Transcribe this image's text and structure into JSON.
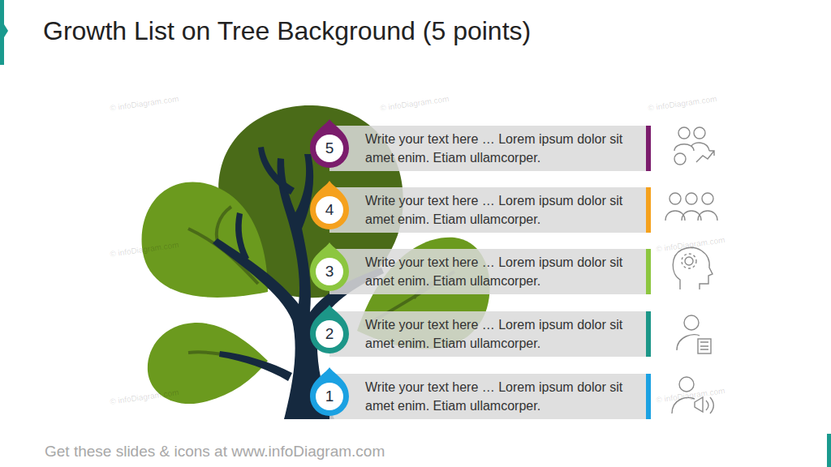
{
  "diagram": {
    "title": "Growth List on Tree Background (5 points)",
    "caption": "Get these slides & icons at www.infoDiagram.com",
    "nodes": [
      {
        "text": [
          "5",
          "Write your text here … Lorem ipsum dolor sit amet enim. Etiam ullamcorper."
        ]
      },
      {
        "text": [
          "4",
          "Write your text here … Lorem ipsum dolor sit amet enim. Etiam ullamcorper."
        ]
      },
      {
        "text": [
          "3",
          "Write your text here … Lorem ipsum dolor sit amet enim. Etiam ullamcorper."
        ]
      },
      {
        "text": [
          "2",
          "Write your text here … Lorem ipsum dolor sit amet enim. Etiam ullamcorper."
        ]
      },
      {
        "text": [
          "1",
          "Write your text here … Lorem ipsum dolor sit amet enim. Etiam ullamcorper."
        ]
      }
    ],
    "labels": [
      "© infoDiagram.com",
      "© infoDiagram.com",
      "© infoDiagram.com",
      "© infoDiagram.com",
      "© infoDiagram.com",
      "© infoDiagram.com",
      "© infoDiagram.com"
    ]
  }
}
